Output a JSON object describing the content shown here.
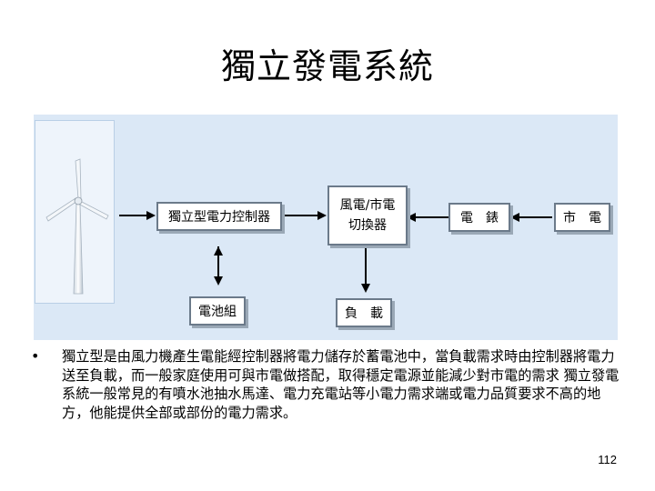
{
  "slide": {
    "title": "獨立發電系統",
    "page_number": "112"
  },
  "diagram": {
    "controller_label": "獨立型電力控制器",
    "switch_label_line1": "風電/市電",
    "switch_label_line2": "切換器",
    "meter_label": "電　錶",
    "grid_label": "市　電",
    "battery_label": "電池組",
    "load_label": "負　載",
    "turbine_icon": "wind-turbine"
  },
  "body": {
    "bullet_text": "獨立型是由風力機產生電能經控制器將電力儲存於蓄電池中，當負載需求時由控制器將電力送至負載，而一般家庭使用可與市電做搭配，取得穩定電源並能減少對市電的需求 獨立發電系統一般常見的有噴水池抽水馬達、電力充電站等小電力需求端或電力品質要求不高的地方，他能提供全部或部份的電力需求。"
  }
}
